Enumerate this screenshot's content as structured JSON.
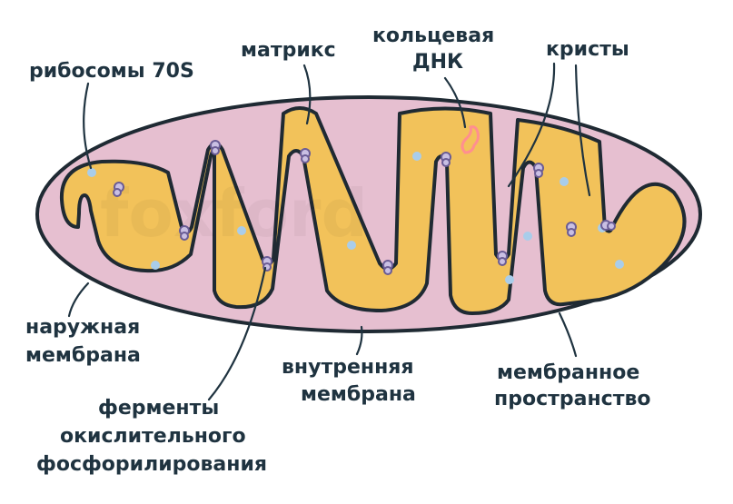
{
  "labels": {
    "ribosomes": "рибосомы 70S",
    "matrix": "матрикс",
    "ring_dna_1": "кольцевая",
    "ring_dna_2": "ДНК",
    "cristae": "кристы",
    "outer_membrane_1": "наружная",
    "outer_membrane_2": "мембрана",
    "inner_membrane_1": "внутренняя",
    "inner_membrane_2": "мембрана",
    "intermembrane_space_1": "мембранное",
    "intermembrane_space_2": "пространство",
    "enzymes_1": "ферменты",
    "enzymes_2": "окислительного",
    "enzymes_3": "фосфорилирования"
  },
  "watermark": "foxford",
  "colors": {
    "outer_membrane_fill": "#e6bfd0",
    "matrix_fill": "#f2c25a",
    "outline": "#1f2a33",
    "label_text": "#1f3340",
    "ribosome": "#a9cdea",
    "enzyme": "#c9bfe3",
    "dna": "#ff8f8f"
  }
}
